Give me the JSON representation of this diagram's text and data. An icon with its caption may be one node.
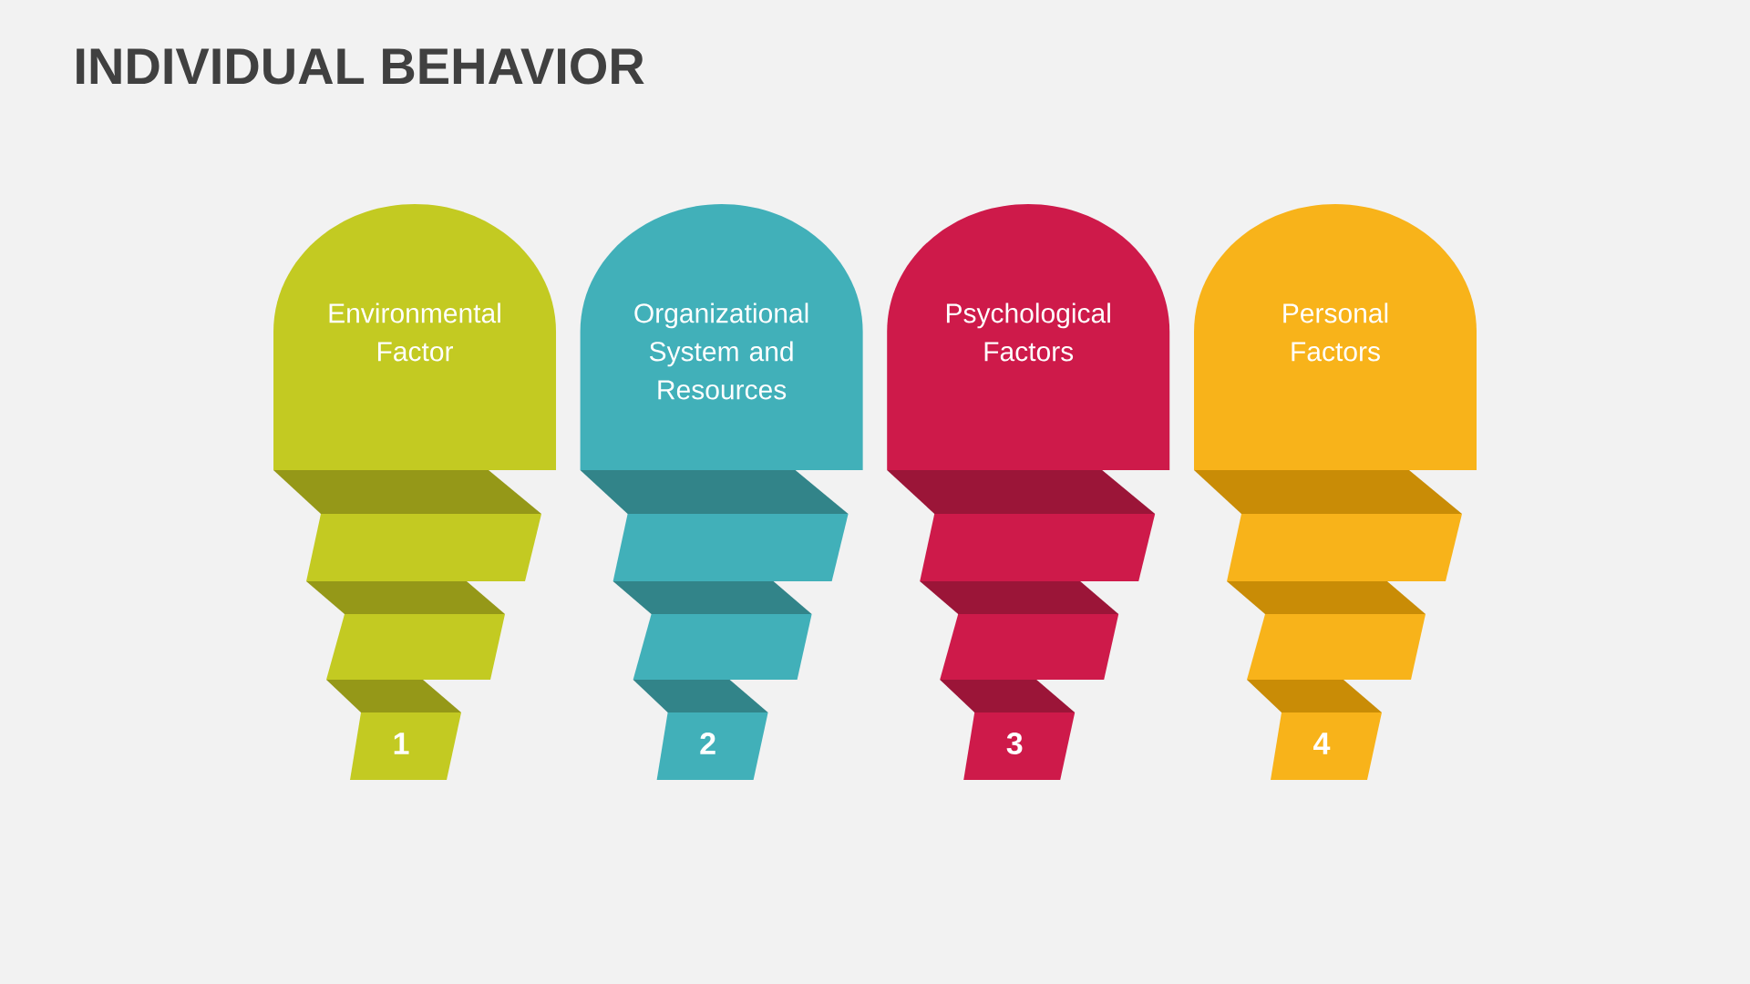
{
  "diagram": {
    "title": "INDIVIDUAL BEHAVIOR",
    "nodes": [
      {
        "text": [
          "Environmental Factor",
          "1"
        ]
      },
      {
        "text": [
          "Organizational System and Resources",
          "2"
        ]
      },
      {
        "text": [
          "Psychological Factors",
          "3"
        ]
      },
      {
        "text": [
          "Personal Factors",
          "4"
        ]
      }
    ]
  }
}
